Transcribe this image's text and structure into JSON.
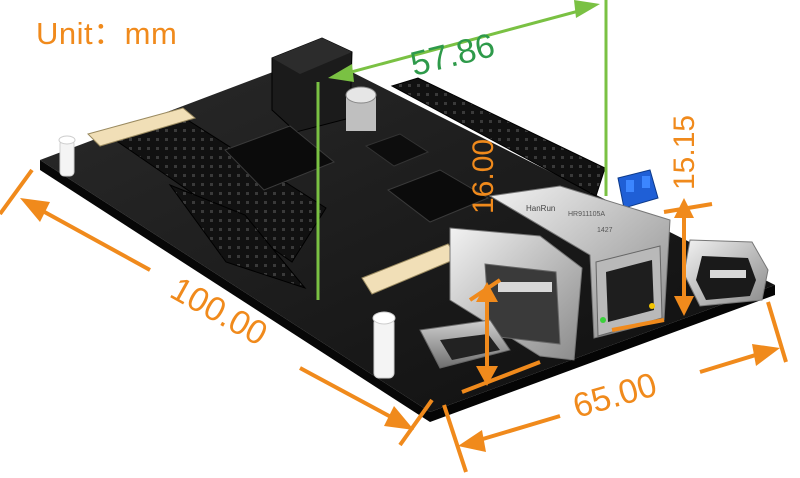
{
  "unit_label": "Unit：mm",
  "dimensions": {
    "width": "100.00",
    "depth": "65.00",
    "span": "57.86",
    "usb_height": "16.00",
    "eth_height": "15.15"
  },
  "connector_labels": {
    "rj45_brand": "HanRun",
    "rj45_part": "HR911105A",
    "rj45_code": "1427"
  },
  "colors": {
    "dimension_orange": "#f08a1c",
    "dimension_green": "#7ac143",
    "span_text_green": "#2e9a4a",
    "board_black": "#141414"
  }
}
